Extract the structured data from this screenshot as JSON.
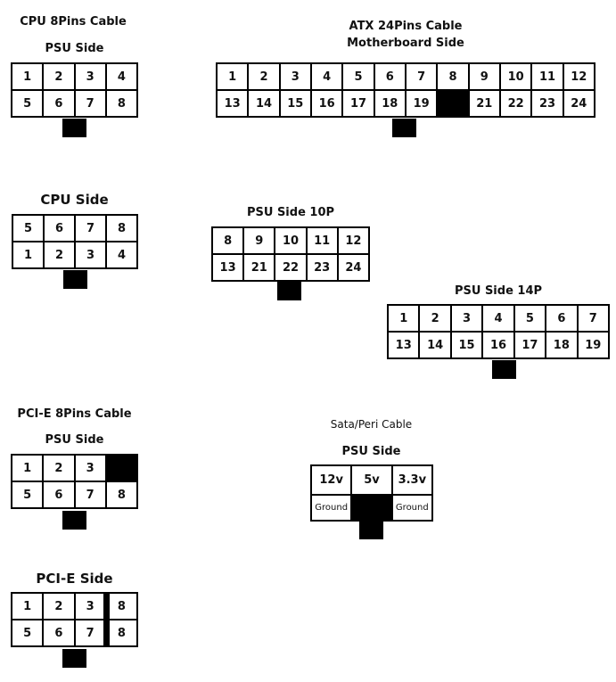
{
  "cpu_cable": {
    "title": "CPU 8Pins Cable",
    "psu_side": {
      "label": "PSU Side",
      "rows": [
        [
          "1",
          "2",
          "3",
          "4"
        ],
        [
          "5",
          "6",
          "7",
          "8"
        ]
      ]
    },
    "cpu_side": {
      "label": "CPU Side",
      "rows": [
        [
          "5",
          "6",
          "7",
          "8"
        ],
        [
          "1",
          "2",
          "3",
          "4"
        ]
      ]
    }
  },
  "atx_cable": {
    "title": "ATX 24Pins Cable",
    "subtitle": "Motherboard Side",
    "motherboard_side": {
      "rows": [
        [
          "1",
          "2",
          "3",
          "4",
          "5",
          "6",
          "7",
          "8",
          "9",
          "10",
          "11",
          "12"
        ],
        [
          "13",
          "14",
          "15",
          "16",
          "17",
          "18",
          "19",
          "",
          "21",
          "22",
          "23",
          "24"
        ]
      ],
      "blocked_pin_position": "row 2, column 8"
    },
    "psu_side_10p": {
      "label": "PSU Side 10P",
      "rows": [
        [
          "8",
          "9",
          "10",
          "11",
          "12"
        ],
        [
          "13",
          "21",
          "22",
          "23",
          "24"
        ]
      ]
    },
    "psu_side_14p": {
      "label": "PSU Side 14P",
      "rows": [
        [
          "1",
          "2",
          "3",
          "4",
          "5",
          "6",
          "7"
        ],
        [
          "13",
          "14",
          "15",
          "16",
          "17",
          "18",
          "19"
        ]
      ]
    }
  },
  "pcie_cable": {
    "title": "PCI-E 8Pins Cable",
    "psu_side": {
      "label": "PSU Side",
      "rows": [
        [
          "1",
          "2",
          "3",
          ""
        ],
        [
          "5",
          "6",
          "7",
          "8"
        ]
      ],
      "blocked_pin_position": "row 1, column 4"
    },
    "pcie_side": {
      "label": "PCI-E Side",
      "rows": [
        [
          "1",
          "2",
          "3",
          "8"
        ],
        [
          "5",
          "6",
          "7",
          "8"
        ]
      ]
    }
  },
  "sata_cable": {
    "title": "Sata/Peri Cable",
    "psu_side": {
      "label": "PSU Side",
      "rows": [
        [
          "12v",
          "5v",
          "3.3v"
        ],
        [
          "Ground",
          "",
          "Ground"
        ]
      ],
      "blocked_pin_position": "row 2, column 2"
    }
  },
  "colors": {
    "background": "#ffffff",
    "lines": "#000000",
    "blocked": "#000000",
    "text": "#111111"
  }
}
